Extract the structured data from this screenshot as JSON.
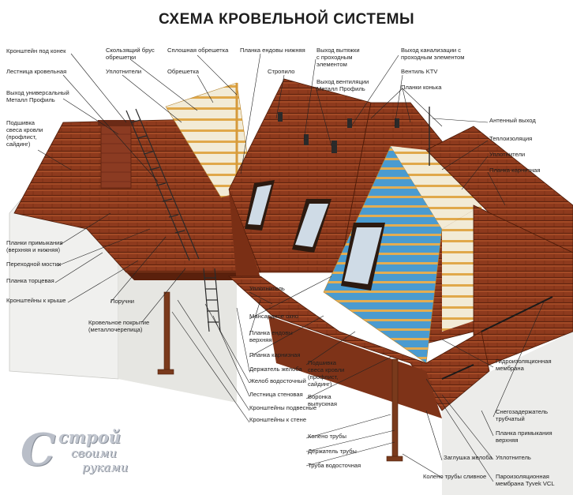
{
  "title": "СХЕМА КРОВЕЛЬНОЙ СИСТЕМЫ",
  "labels": {
    "ridge_bracket": [
      "Кронштейн под конек"
    ],
    "roof_ladder": [
      "Лестница кровельная"
    ],
    "universal_outlet": [
      "Выход универсальный",
      "Металл Профиль"
    ],
    "eaves_soffit_left": [
      "Подшивка",
      "свеса кровли",
      "(профлист,",
      "сайдинг)"
    ],
    "sliding_batten": [
      "Скользящий брус",
      "обрешетки"
    ],
    "seals_top": [
      "Уплотнители"
    ],
    "solid_sheathing": [
      "Сплошная обрешетка"
    ],
    "sheathing": [
      "Обрешетка"
    ],
    "valley_lower": [
      "Планка ендовы нижняя"
    ],
    "rafter": [
      "Стропило"
    ],
    "exhaust_outlet": [
      "Выход вытяжки",
      "с проходным",
      "элементом"
    ],
    "vent_outlet": [
      "Выход вентиляции",
      "Металл Профиль"
    ],
    "sewer_outlet": [
      "Выход канализации с",
      "проходным элементом"
    ],
    "ktv_vent": [
      "Вентиль KTV"
    ],
    "ridge_strips": [
      "Планки конька"
    ],
    "antenna": [
      "Антенный выход"
    ],
    "insulation": [
      "Теплоизоляция"
    ],
    "seals_right": [
      "Уплотнители"
    ],
    "cornice_right": [
      "Планка карнизная"
    ],
    "abutment_strips": [
      "Планки примыкания",
      "(верхняя и нижняя)"
    ],
    "walkway": [
      "Переходной мостик"
    ],
    "end_strip": [
      "Планка торцевая"
    ],
    "roof_brackets": [
      "Кронштейны к крыше"
    ],
    "handrails": [
      "Поручни"
    ],
    "roof_covering": [
      "Кровельное покрытие",
      "(металлочерепица)"
    ],
    "seal_mid": [
      "Уплотнитель"
    ],
    "mansard_window": [
      "Мансардное окно"
    ],
    "valley_upper": [
      "Планка ендовы",
      "верхняя"
    ],
    "cornice_mid": [
      "Планка карнизная"
    ],
    "gutter_holder": [
      "Держатель желоба"
    ],
    "gutter": [
      "Желоб водосточный"
    ],
    "wall_ladder": [
      "Лестница стеновая"
    ],
    "hanging_brackets": [
      "Кронштейны подвесные"
    ],
    "wall_brackets": [
      "Кронштейны к стене"
    ],
    "eaves_soffit_mid": [
      "Подшивка",
      "свеса кровли",
      "(профлист,",
      "сайдинг)"
    ],
    "outlet_funnel": [
      "Воронка",
      "выпускная"
    ],
    "pipe_elbow": [
      "Колено трубы"
    ],
    "pipe_holder": [
      "Держатель трубы"
    ],
    "downpipe": [
      "Труба водосточная"
    ],
    "gutter_cap": [
      "Заглушка желоба"
    ],
    "drain_elbow": [
      "Колено трубы сливное"
    ],
    "waterproof_membrane": [
      "Гидроизоляционная",
      "мембрана"
    ],
    "snow_guard": [
      "Снегозадержатель",
      "трубчатый"
    ],
    "abutment_top": [
      "Планка примыкания",
      "верхняя"
    ],
    "seal_bottom": [
      "Уплотнитель"
    ],
    "vapor_membrane": [
      "Пароизоляционная",
      "мембрана Tyvek VCL"
    ]
  },
  "logo": {
    "letter": "С",
    "line1": "строй",
    "line2": "своими",
    "line3": "руками"
  },
  "colors": {
    "tile": "#8e3a1d",
    "tile_dark": "#6b2710",
    "tile_light": "#a8502b",
    "wall": "#f0f0ee",
    "wood": "#e0a84a",
    "membrane": "#4a9bd0",
    "insulation": "#f2ebd6"
  }
}
